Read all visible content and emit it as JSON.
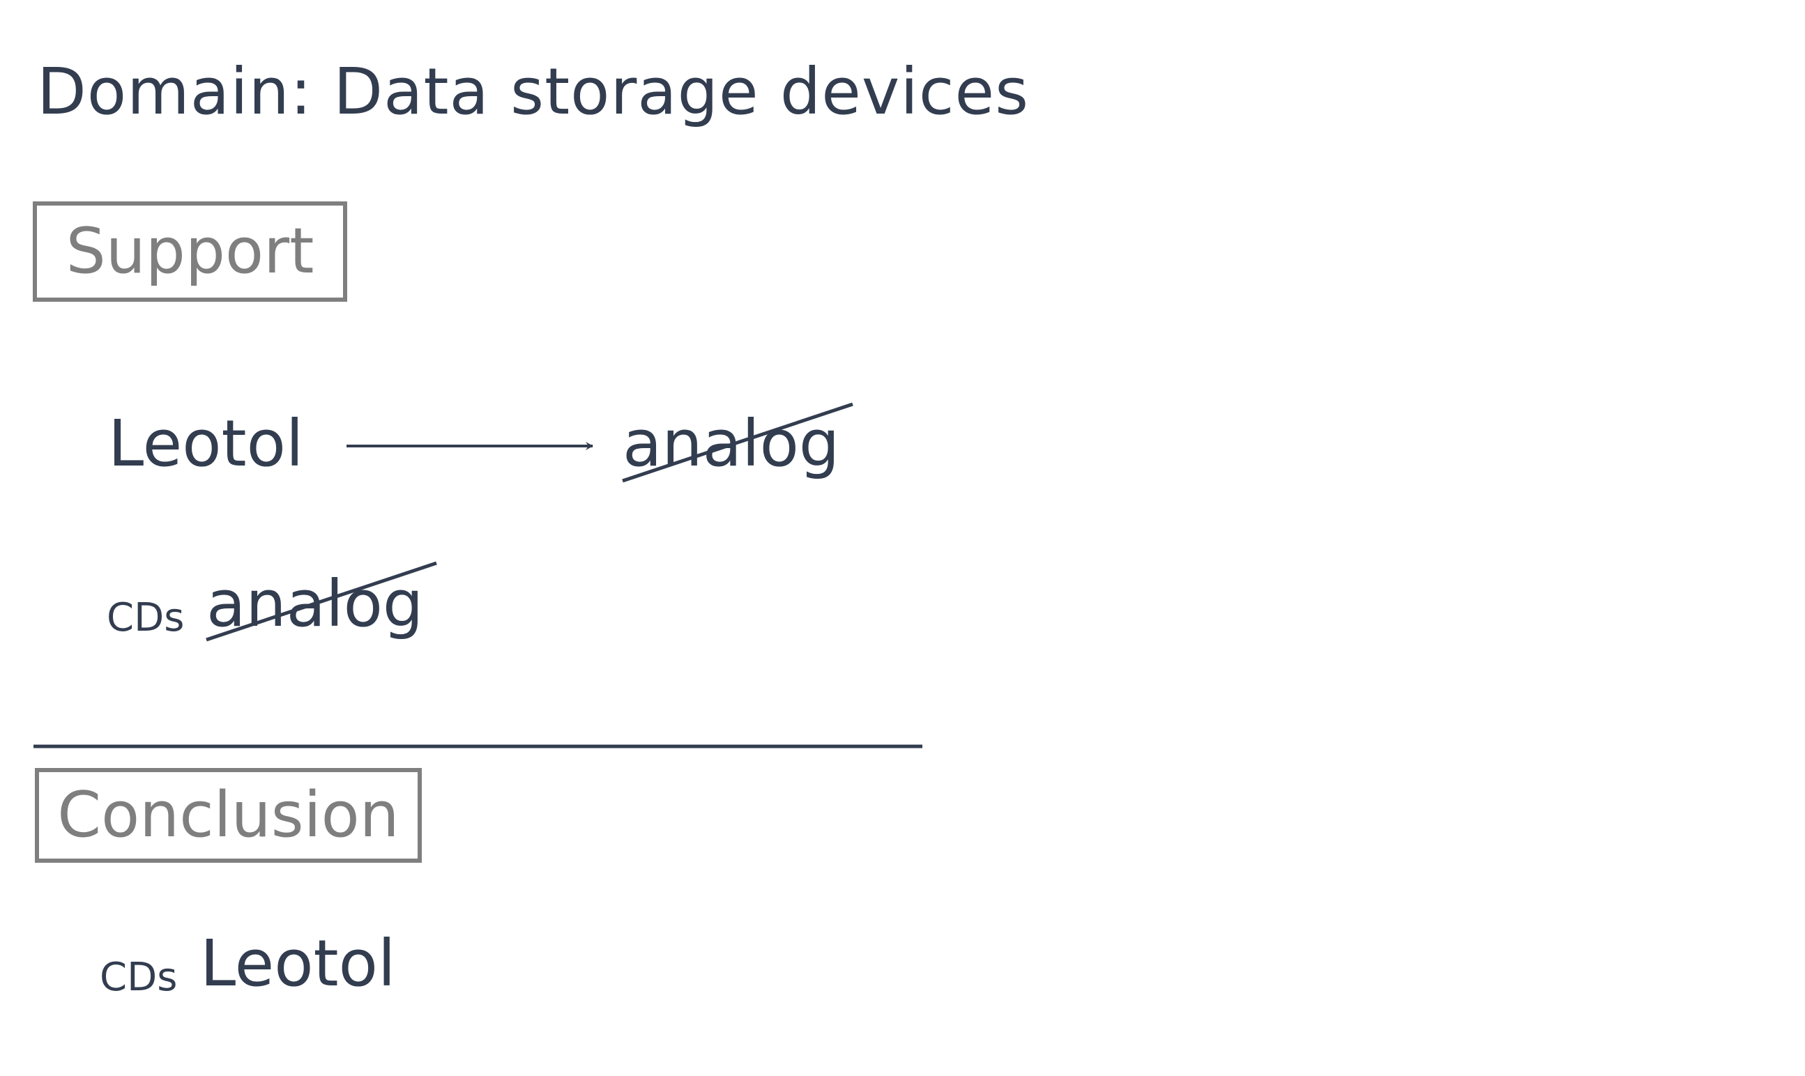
{
  "title": "Domain: Data storage devices",
  "support": {
    "label": "Support",
    "premise_1": {
      "subject": "Leotol",
      "object": "analog",
      "object_negated": true
    },
    "premise_2": {
      "subject": "CDs",
      "object": "analog",
      "object_negated": true
    }
  },
  "conclusion": {
    "label": "Conclusion",
    "statement": {
      "subject": "CDs",
      "object": "Leotol"
    }
  },
  "colors": {
    "text": "#333d50",
    "box": "#7f7f7f"
  }
}
